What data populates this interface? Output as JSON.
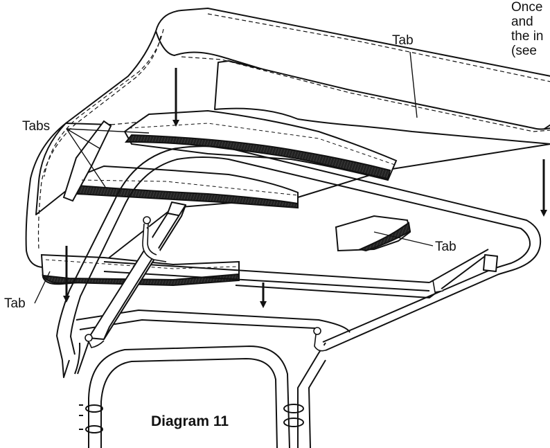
{
  "note_lines": [
    "Once",
    "and",
    "the in",
    "(see"
  ],
  "labels": {
    "tab_top": "Tab",
    "tabs_left": "Tabs",
    "tab_right": "Tab",
    "tab_bottom_left": "Tab"
  },
  "caption": "Diagram 11",
  "colors": {
    "ink": "#111111",
    "paper": "#ffffff",
    "velcro": "#2a2a2a"
  }
}
